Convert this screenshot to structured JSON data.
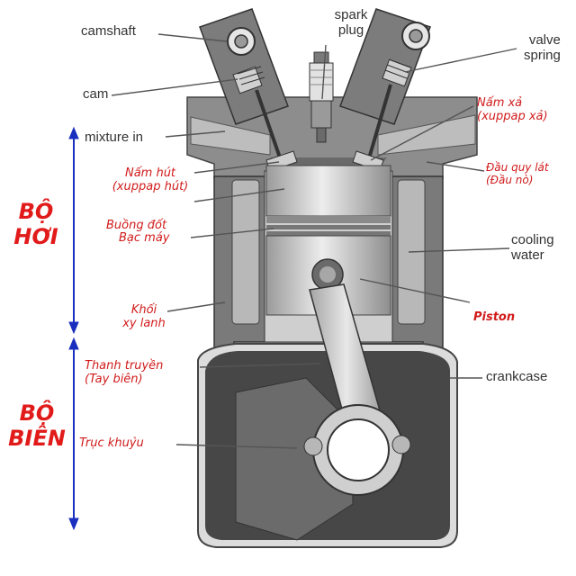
{
  "labels": {
    "camshaft": "camshaft",
    "cam": "cam",
    "spark_plug_1": "spark",
    "spark_plug_2": "plug",
    "valve_spring_1": "valve",
    "valve_spring_2": "spring",
    "mixture_in": "mixture in",
    "cooling_water_1": "cooling",
    "cooling_water_2": "water",
    "crankcase": "crankcase"
  },
  "vn_labels": {
    "exhaust_valve_1": "Nấm xả",
    "exhaust_valve_2": "(xuppap xả)",
    "cylinder_head_1": "Đầu quy lát",
    "cylinder_head_2": "(Đầu nò)",
    "intake_valve_1": "Nấm hút",
    "intake_valve_2": "(xuppap hút)",
    "combustion_chamber": "Buồng đốt",
    "piston_ring": "Bạc máy",
    "cylinder_block_1": "Khối",
    "cylinder_block_2": "xy lanh",
    "piston": "Piston",
    "connecting_rod_1": "Thanh truyền",
    "connecting_rod_2": "(Tay biên)",
    "crankshaft": "Trục khuỷu"
  },
  "groups": {
    "upper_1": "BỘ",
    "upper_2": "HƠI",
    "lower_1": "BỘ",
    "lower_2": "BIÊN"
  },
  "colors": {
    "label_red": "#d11b1b",
    "group_red": "#e11a1a",
    "arrow_blue": "#1b2fbf",
    "leader_gray": "#555555",
    "metal_dark": "#6e6e6e",
    "metal_light": "#c9c9c9",
    "oil_dark": "#4a4a4a"
  }
}
